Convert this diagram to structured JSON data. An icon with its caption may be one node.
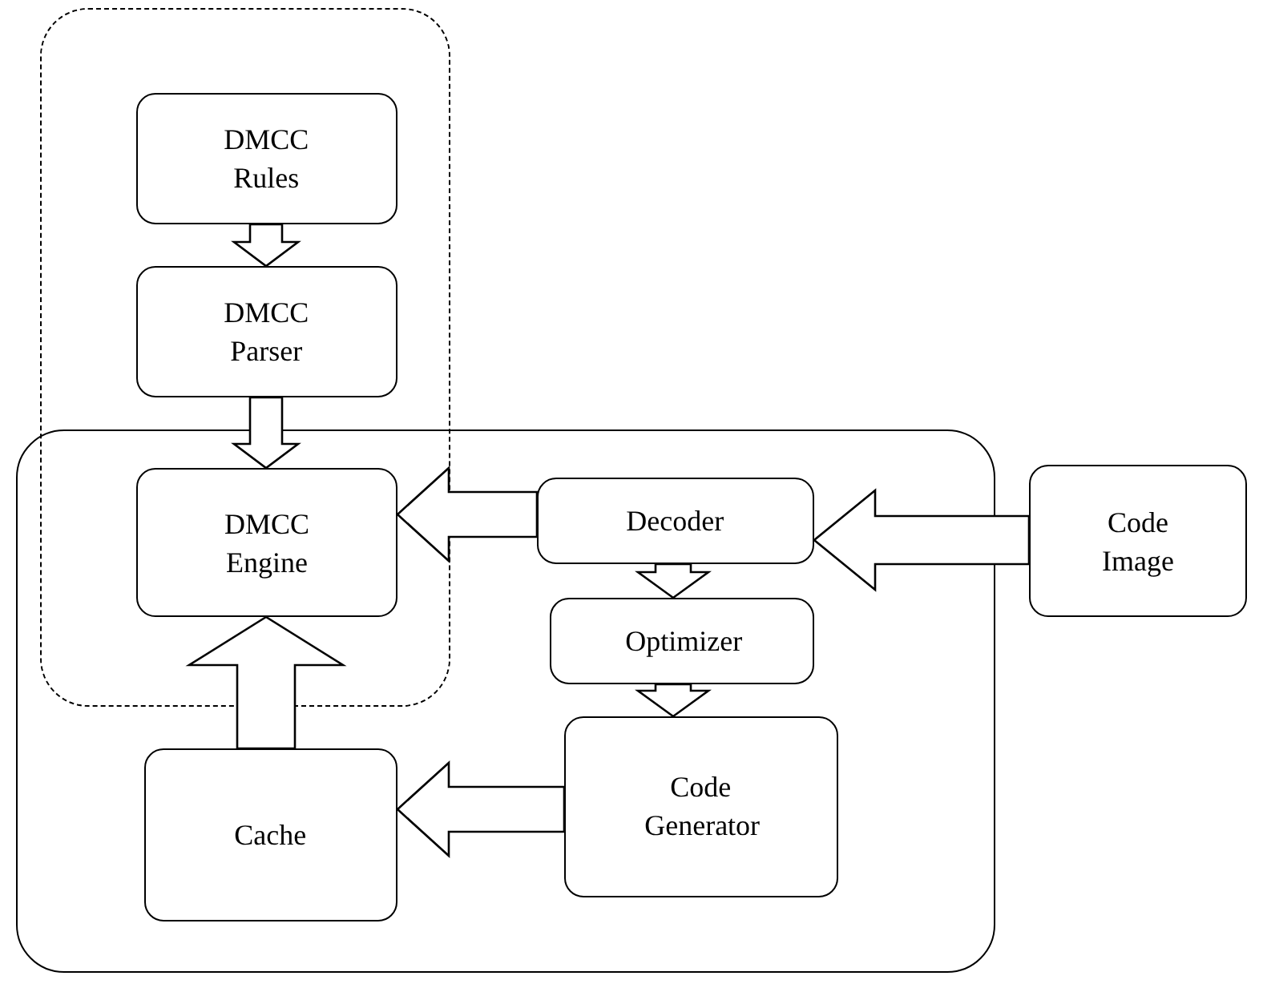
{
  "diagram": {
    "nodes": [
      {
        "text": [],
        "shape": "box"
      },
      {
        "text": [
          "DMCC Rules"
        ],
        "in": 0
      },
      {
        "text": [
          "DMCC Parser"
        ],
        "in": 0
      },
      {
        "text": [],
        "shape": "box"
      },
      {
        "text": [
          "DMCC Engine"
        ]
      },
      {
        "text": [
          "Decoder"
        ],
        "in": 3
      },
      {
        "text": [
          "Code Image"
        ]
      },
      {
        "text": [
          "Optimizer"
        ],
        "in": 3
      },
      {
        "text": [
          "Code Generator"
        ],
        "in": 3
      },
      {
        "text": [
          "Cache"
        ],
        "in": 3
      }
    ],
    "edges": [
      {
        "from": 1,
        "to": 2,
        "arrow": "to"
      },
      {
        "from": 2,
        "to": 4,
        "arrow": "to"
      },
      {
        "from": 5,
        "to": 4,
        "arrow": "to"
      },
      {
        "from": 6,
        "to": 5,
        "arrow": "to"
      },
      {
        "from": 5,
        "to": 7,
        "arrow": "to"
      },
      {
        "from": 7,
        "to": 8,
        "arrow": "to"
      },
      {
        "from": 8,
        "to": 9,
        "arrow": "to"
      },
      {
        "from": 9,
        "to": 4,
        "arrow": "to"
      }
    ]
  }
}
